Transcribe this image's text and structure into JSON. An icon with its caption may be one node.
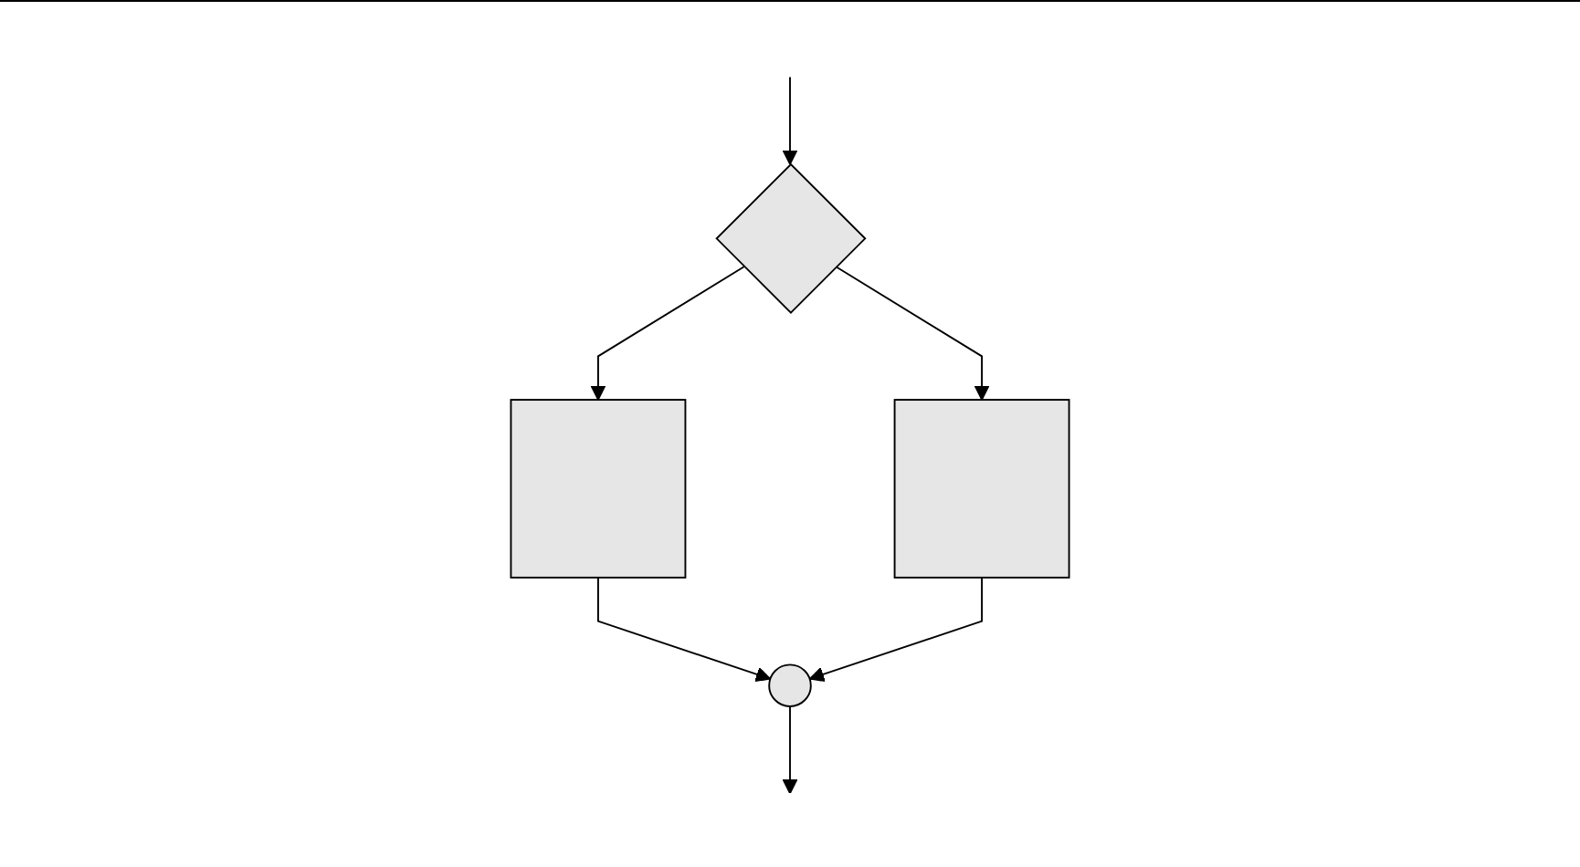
{
  "diagram": {
    "nodes": [
      {
        "text": [],
        "shape": "diamond"
      },
      {
        "text": [],
        "shape": "box"
      },
      {
        "text": [],
        "shape": "box"
      },
      {
        "text": [],
        "shape": "circle"
      }
    ],
    "edges": [
      {
        "from": null,
        "to": 0,
        "arrow": "to"
      },
      {
        "from": 0,
        "to": 1,
        "arrow": "to"
      },
      {
        "from": 0,
        "to": 2,
        "arrow": "to"
      },
      {
        "from": 1,
        "to": 3,
        "arrow": "to"
      },
      {
        "from": 2,
        "to": 3,
        "arrow": "to"
      },
      {
        "from": 3,
        "to": null,
        "arrow": "to"
      }
    ]
  }
}
